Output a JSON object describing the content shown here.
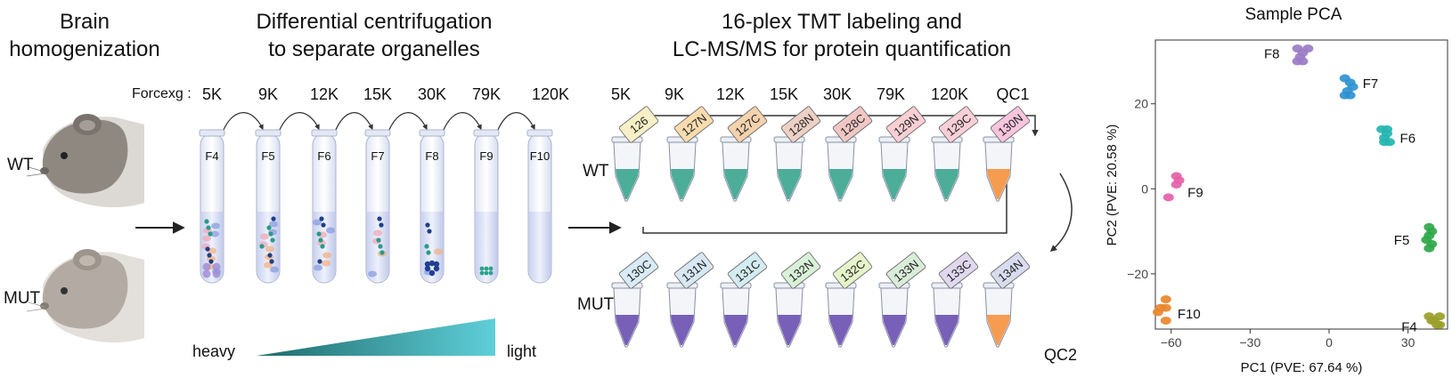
{
  "sections": {
    "brain": {
      "line1": "Brain",
      "line2": "homogenization"
    },
    "centrifugation": {
      "line1": "Differential centrifugation",
      "line2": "to separate organelles"
    },
    "tmt": {
      "line1": "16-plex TMT labeling and",
      "line2": "LC-MS/MS for protein quantification"
    }
  },
  "mice": {
    "wt": "WT",
    "mut": "MUT"
  },
  "force_label": "Forcexg :",
  "forces": [
    "5K",
    "9K",
    "12K",
    "15K",
    "30K",
    "79K",
    "120K"
  ],
  "fractions": [
    "F4",
    "F5",
    "F6",
    "F7",
    "F8",
    "F9",
    "F10"
  ],
  "gradient": {
    "heavy": "heavy",
    "light": "light"
  },
  "tmt_columns": [
    "5K",
    "9K",
    "12K",
    "15K",
    "30K",
    "79K",
    "120K",
    "QC1"
  ],
  "wt_tags": [
    "126",
    "127N",
    "127C",
    "128N",
    "128C",
    "129N",
    "129C",
    "130N"
  ],
  "mut_tags": [
    "130C",
    "131N",
    "131C",
    "132N",
    "132C",
    "133N",
    "133C",
    "134N"
  ],
  "row_labels": {
    "wt": "WT",
    "mut": "MUT",
    "qc2": "QC2"
  },
  "colors": {
    "wt_tags": [
      "#f7f0c6",
      "#f8dcae",
      "#f3d2ad",
      "#ecd0c4",
      "#efc7c4",
      "#f8cfd3",
      "#f8cfd8",
      "#f7c5dd"
    ],
    "mut_tags": [
      "#d8ebf6",
      "#d7e8f4",
      "#d3ecf1",
      "#d8f1d8",
      "#e6f4cb",
      "#d9ecd9",
      "#dfd8ee",
      "#d9dcee"
    ],
    "wt_liquid": "#3aa58e",
    "mut_liquid": "#6a4fb0",
    "qc_liquid": "#f5923e"
  },
  "chart_data": {
    "type": "scatter",
    "title": "Sample PCA",
    "xlabel": "PC1 (PVE: 67.64 %)",
    "ylabel": "PC2 (PVE: 20.58 %)",
    "xlim": [
      -66,
      45
    ],
    "ylim": [
      -33,
      35
    ],
    "xticks": [
      -60,
      -30,
      0,
      30
    ],
    "yticks": [
      -20,
      0,
      20
    ],
    "grid": false,
    "series": [
      {
        "name": "F4",
        "color": "#9aa02a",
        "points": [
          [
            38,
            -30
          ],
          [
            40,
            -31
          ],
          [
            42,
            -30
          ],
          [
            41,
            -32
          ],
          [
            39,
            -31
          ],
          [
            42,
            -32
          ]
        ]
      },
      {
        "name": "F5",
        "color": "#2ea84a",
        "points": [
          [
            38,
            -9
          ],
          [
            38,
            -11
          ],
          [
            37,
            -12
          ],
          [
            39,
            -13
          ],
          [
            38,
            -14
          ],
          [
            39,
            -10
          ]
        ]
      },
      {
        "name": "F6",
        "color": "#26b5b0",
        "points": [
          [
            20,
            14
          ],
          [
            22,
            13
          ],
          [
            21,
            12
          ],
          [
            23,
            11
          ],
          [
            21,
            11
          ],
          [
            22,
            14
          ]
        ]
      },
      {
        "name": "F7",
        "color": "#2f92d1",
        "points": [
          [
            6,
            26
          ],
          [
            8,
            25
          ],
          [
            7,
            23
          ],
          [
            9,
            24
          ],
          [
            8,
            22
          ],
          [
            6,
            22
          ]
        ]
      },
      {
        "name": "F8",
        "color": "#9b7cc6",
        "points": [
          [
            -12,
            33
          ],
          [
            -10,
            32
          ],
          [
            -8,
            33
          ],
          [
            -11,
            31
          ],
          [
            -12,
            30
          ],
          [
            -10,
            30
          ]
        ]
      },
      {
        "name": "F9",
        "color": "#e55fa8",
        "points": [
          [
            -58,
            3
          ],
          [
            -57,
            2
          ],
          [
            -58,
            1
          ],
          [
            -61,
            -2
          ]
        ]
      },
      {
        "name": "F10",
        "color": "#e8872c",
        "points": [
          [
            -62,
            -26
          ],
          [
            -64,
            -28
          ],
          [
            -62,
            -28
          ],
          [
            -65,
            -29
          ],
          [
            -62,
            -31
          ]
        ]
      }
    ]
  }
}
